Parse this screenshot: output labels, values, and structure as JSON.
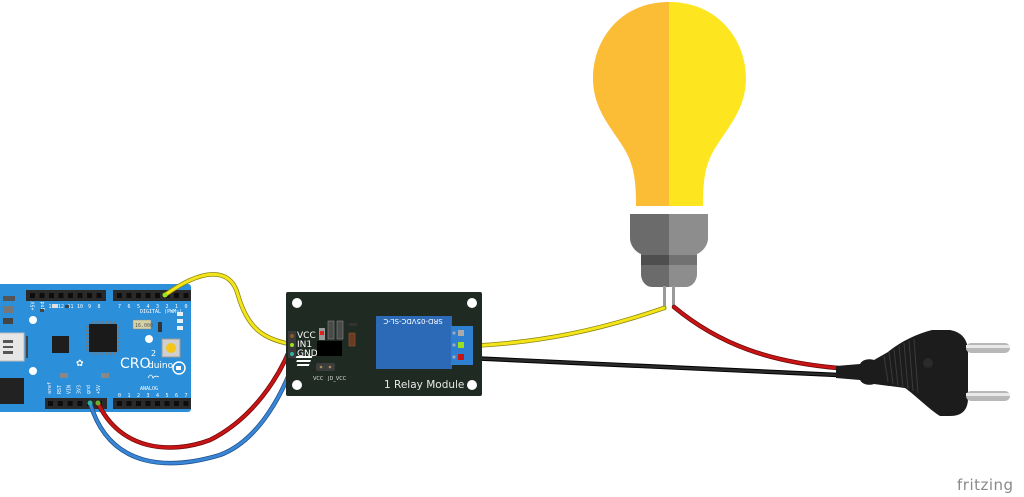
{
  "diagram": {
    "title": "Arduino relay lamp wiring (breadboard view)",
    "watermark": "fritzing",
    "colors": {
      "board_blue": "#2b8fd9",
      "relay_module_pcb": "#1f2a22",
      "relay_body": "#2c6ab8",
      "terminal_block": "#2f7fd0",
      "bulb_left": "#fbbc36",
      "bulb_right": "#fde51f",
      "socket_dark": "#6b6b6b",
      "socket_light": "#8d8d8d",
      "wire_yellow": "#f4e51a",
      "wire_red": "#c81414",
      "wire_blue": "#3a86d6",
      "wire_black": "#1a1a1a",
      "plug": "#1c1c1c"
    },
    "arduino": {
      "brand_main": "CRO",
      "brand_sup": "2",
      "brand_sub": "duino",
      "top_header_labels": [
        "+5V",
        "gnd",
        "13",
        "12",
        "11",
        "10",
        "9",
        "8",
        "7",
        "6",
        "5",
        "4",
        "3",
        "2",
        "1",
        "0"
      ],
      "digital_label": "DIGITAL (PWM~)",
      "bottom_header_labels": [
        "aref",
        "RST",
        "VIN",
        "3V3",
        "gnd",
        "+5V"
      ],
      "analog_label": "ANALOG",
      "analog_pins": [
        "0",
        "1",
        "2",
        "3",
        "4",
        "5",
        "6",
        "7"
      ],
      "led_labels": [
        "TX",
        "RX",
        "PWR"
      ],
      "crystal_label": "16.000"
    },
    "relay_module": {
      "title": "1 Relay Module",
      "relay_part": "SRD-05VDC-SL-C",
      "pins": [
        "VCC",
        "IN1",
        "GND"
      ],
      "jumper_labels": [
        "VCC",
        "JD_VCC"
      ]
    },
    "connections": [
      {
        "from": "Arduino D2",
        "to": "Relay IN1",
        "color": "yellow"
      },
      {
        "from": "Arduino +5V",
        "to": "Relay VCC",
        "color": "red"
      },
      {
        "from": "Arduino gnd",
        "to": "Relay GND",
        "color": "blue"
      },
      {
        "from": "Relay NO",
        "to": "Lamp terminal 1",
        "color": "yellow"
      },
      {
        "from": "Relay COM",
        "to": "Mains plug",
        "color": "black"
      },
      {
        "from": "Lamp terminal 2",
        "to": "Mains plug",
        "color": "red"
      }
    ],
    "components": [
      "Arduino (CRO2duino)",
      "1 Relay Module",
      "Light bulb",
      "Mains plug"
    ]
  }
}
